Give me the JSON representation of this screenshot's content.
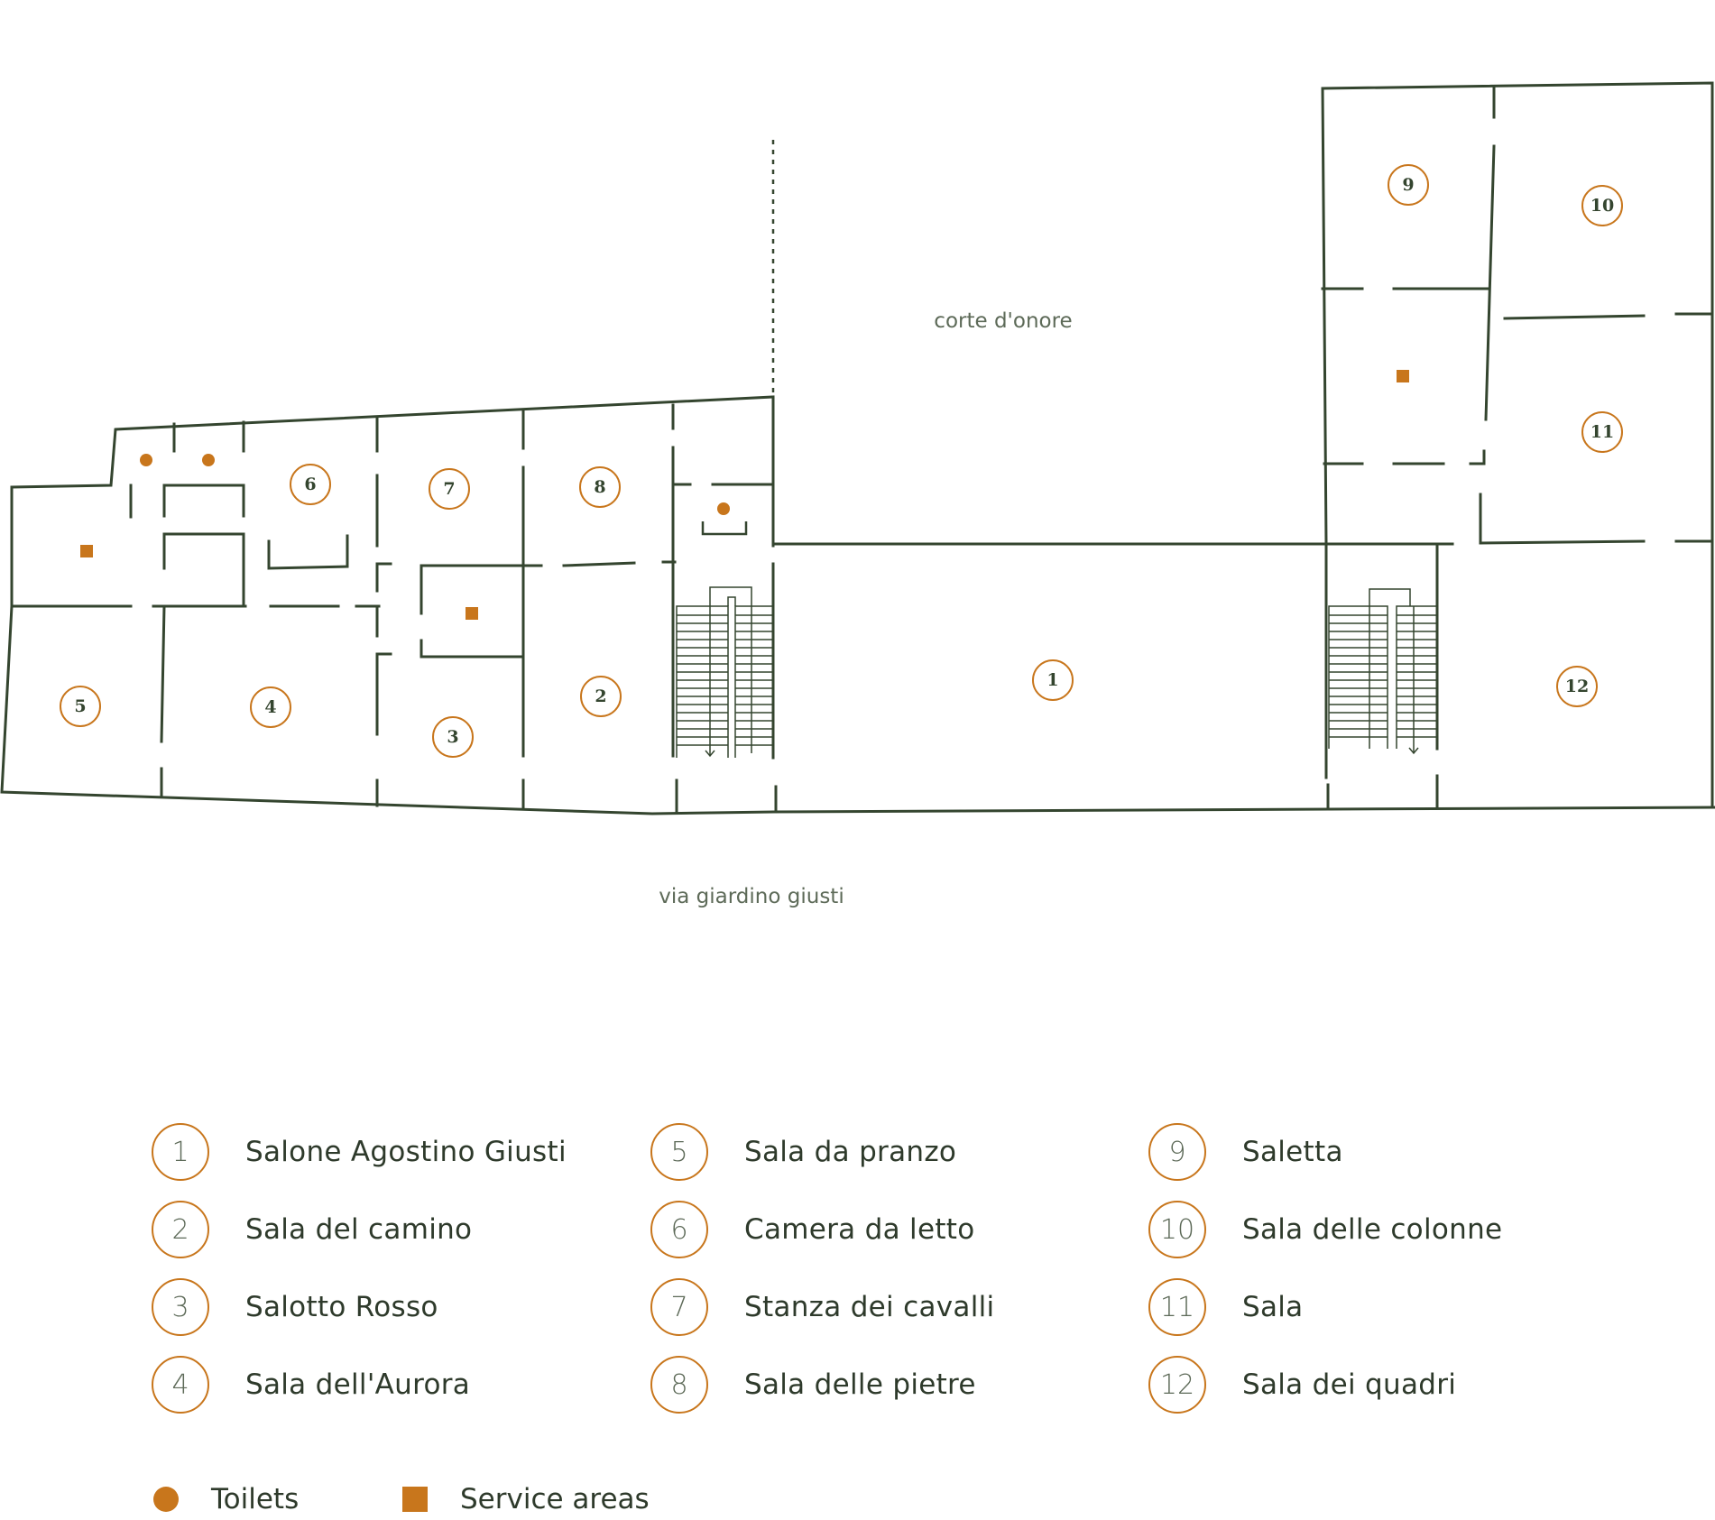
{
  "map": {
    "courtyard_label": "corte d'onore",
    "street_label": "via giardino giusti",
    "room_badges": [
      "1",
      "2",
      "3",
      "4",
      "5",
      "6",
      "7",
      "8",
      "9",
      "10",
      "11",
      "12"
    ]
  },
  "legend": {
    "rooms": [
      {
        "number": "1",
        "name": "Salone Agostino Giusti"
      },
      {
        "number": "2",
        "name": "Sala del camino"
      },
      {
        "number": "3",
        "name": "Salotto Rosso"
      },
      {
        "number": "4",
        "name": "Sala dell'Aurora"
      },
      {
        "number": "5",
        "name": "Sala da pranzo"
      },
      {
        "number": "6",
        "name": "Camera da letto"
      },
      {
        "number": "7",
        "name": "Stanza dei cavalli"
      },
      {
        "number": "8",
        "name": "Sala delle pietre"
      },
      {
        "number": "9",
        "name": "Saletta"
      },
      {
        "number": "10",
        "name": "Sala delle colonne"
      },
      {
        "number": "11",
        "name": "Sala"
      },
      {
        "number": "12",
        "name": "Sala dei quadri"
      }
    ],
    "symbols": [
      {
        "icon": "toilet-dot-icon",
        "label": "Toilets"
      },
      {
        "icon": "service-square-icon",
        "label": "Service areas"
      }
    ]
  },
  "colors": {
    "walls": "#34452f",
    "accent": "#c8761c",
    "label_text": "#5d6a58"
  }
}
